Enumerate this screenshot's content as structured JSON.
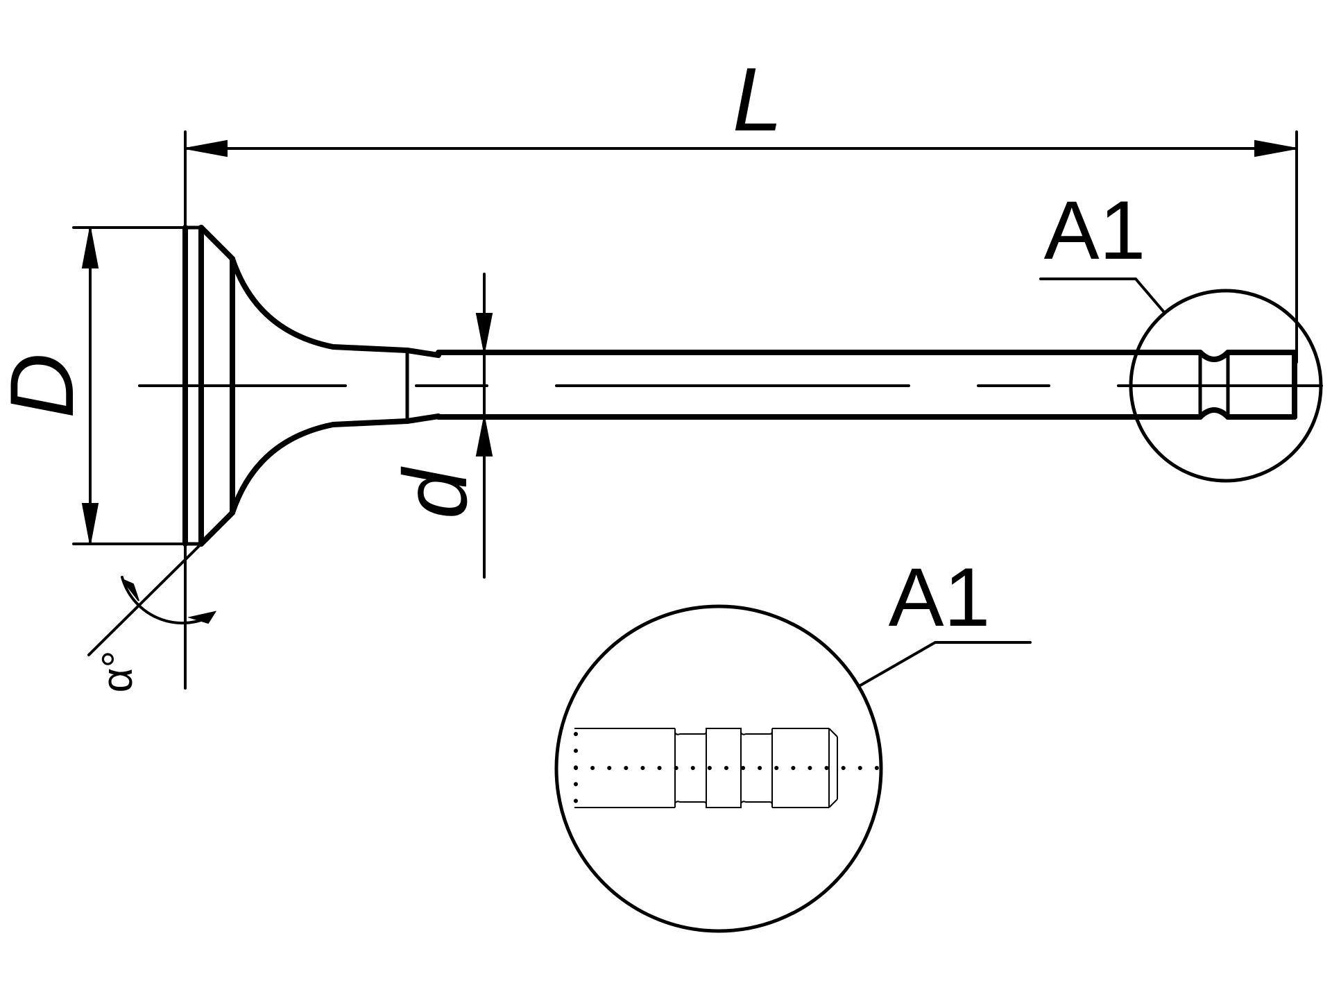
{
  "labels": {
    "length": "L",
    "head_diameter": "D",
    "stem_diameter": "d",
    "angle": "α°",
    "detail_callout": "A1",
    "detail_view": "A1"
  }
}
